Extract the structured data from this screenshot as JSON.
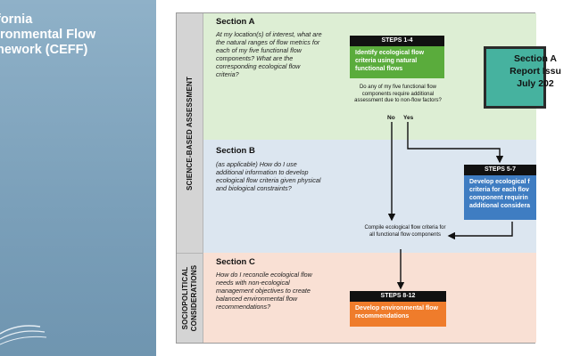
{
  "left_panel": {
    "title_lines": [
      "fornia",
      "ironmental Flow",
      "nework (CEFF)"
    ]
  },
  "diagram": {
    "side_labels": {
      "science": "SCIENCE-BASED ASSESSMENT",
      "socio_line1": "SOCIOPOLITICAL",
      "socio_line2": "CONSIDERATIONS"
    },
    "section_a": {
      "title": "Section A",
      "question": "At my location(s) of interest, what are the natural ranges of flow metrics for each of my five functional flow components? What are the corresponding ecological flow criteria?"
    },
    "section_b": {
      "title": "Section B",
      "question": "(as applicable) How do I use additional information to develop ecological flow criteria given physical and biological constraints?"
    },
    "section_c": {
      "title": "Section C",
      "question": "How do I reconcile ecological flow needs with non-ecological management objectives to create balanced environmental flow recommendations?"
    },
    "steps_1_4": {
      "label": "STEPS 1-4",
      "body": "Identify ecological flow criteria using natural functional flows"
    },
    "steps_5_7": {
      "label": "STEPS 5-7",
      "body": "Develop ecological f criteria for each flov component requirin additional considera"
    },
    "steps_8_12": {
      "label": "STEPS 8-12",
      "body": "Develop environmental flow recommendations"
    },
    "decision_question": "Do any of my five functional flow components require additional assessment due to non-flow factors?",
    "no_label": "No",
    "yes_label": "Yes",
    "compile_note": "Compile ecological flow criteria for all functional flow components",
    "callout_lines": [
      "Section A",
      "Report Issu",
      "July 202"
    ]
  },
  "colors": {
    "band_a": "#ddeed4",
    "band_b": "#dce6f0",
    "band_c": "#f9e0d4",
    "green": "#5aac3c",
    "blue": "#3f7dc2",
    "orange": "#ef7c2b",
    "callout": "#46b29f"
  }
}
